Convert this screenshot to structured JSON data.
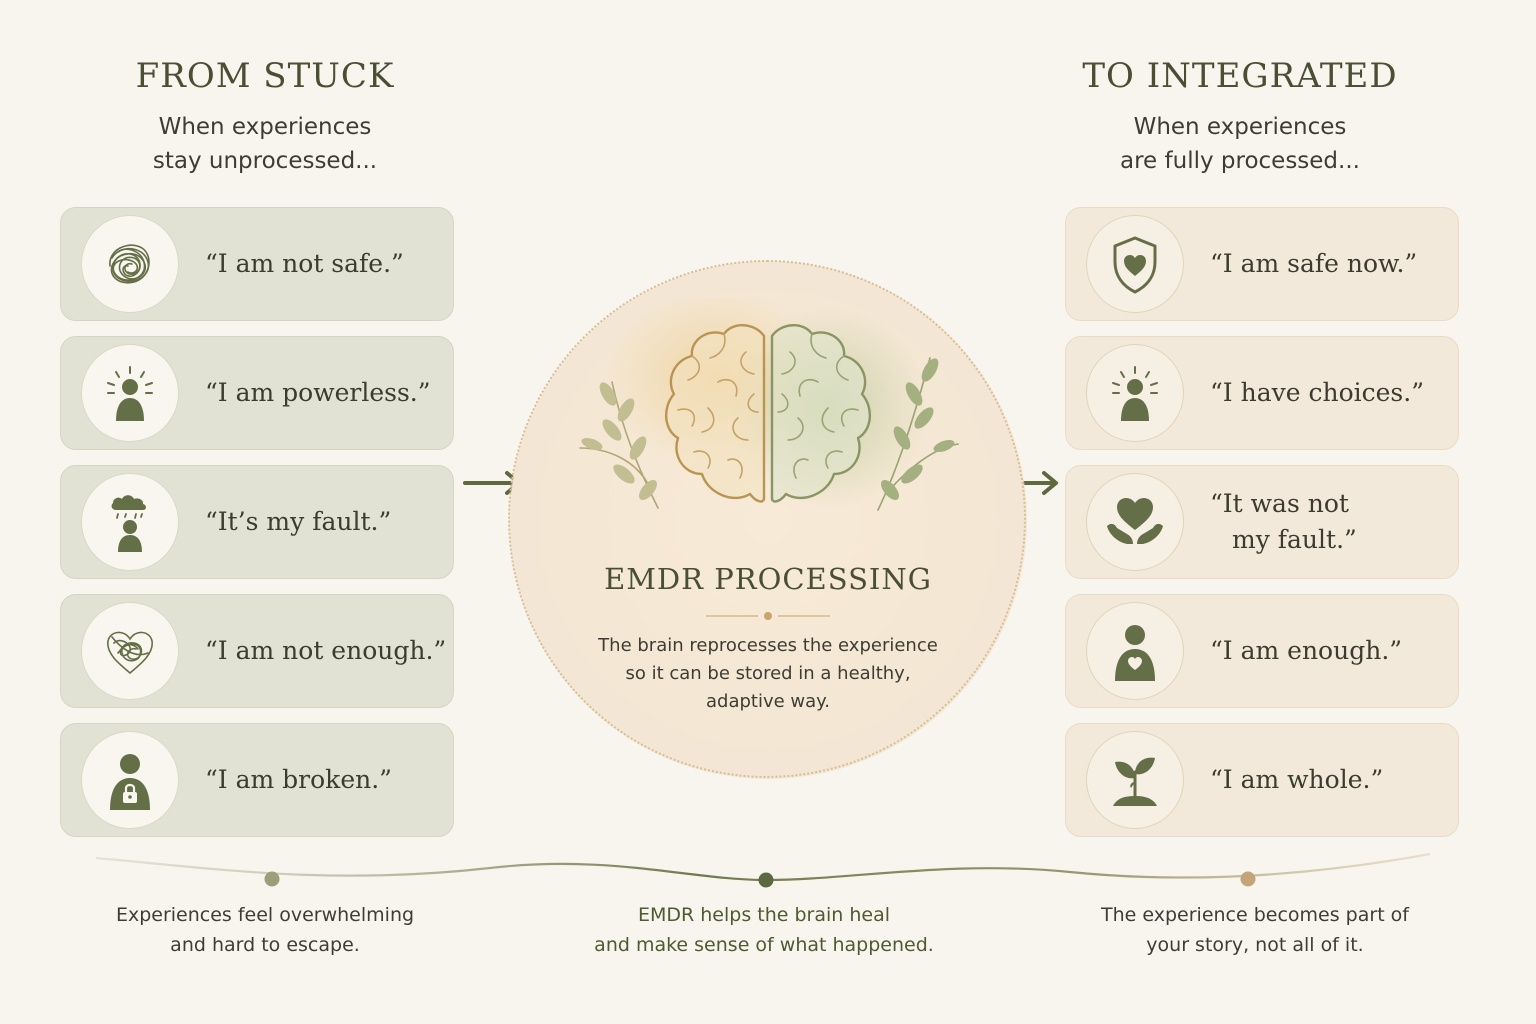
{
  "left": {
    "title": "FROM STUCK",
    "subtitle": [
      "When experiences",
      "stay unprocessed..."
    ],
    "items": [
      {
        "icon": "tangled-scribble-icon",
        "lines": [
          "“I am not safe.”"
        ]
      },
      {
        "icon": "person-radiating-icon",
        "lines": [
          "“I am powerless.”"
        ]
      },
      {
        "icon": "person-rain-cloud-icon",
        "lines": [
          "“It’s my fault.”"
        ]
      },
      {
        "icon": "tangled-heart-icon",
        "lines": [
          "“I am not enough.”"
        ]
      },
      {
        "icon": "person-padlock-icon",
        "lines": [
          "“I am broken.”"
        ]
      }
    ]
  },
  "center": {
    "title": "EMDR PROCESSING",
    "description": [
      "The brain reprocesses the experience",
      "so it can be stored in a healthy,",
      "adaptive way."
    ]
  },
  "right": {
    "title": "TO INTEGRATED",
    "subtitle": [
      "When experiences",
      "are fully processed..."
    ],
    "items": [
      {
        "icon": "shield-heart-icon",
        "lines": [
          "“I am safe now.”"
        ]
      },
      {
        "icon": "person-radiating-icon",
        "lines": [
          "“I have choices.”"
        ]
      },
      {
        "icon": "hands-heart-icon",
        "lines": [
          "“It was not",
          "my fault.”"
        ]
      },
      {
        "icon": "person-heart-icon",
        "lines": [
          "“I am enough.”"
        ]
      },
      {
        "icon": "sprout-icon",
        "lines": [
          "“I am whole.”"
        ]
      }
    ]
  },
  "timeline": {
    "captions": [
      [
        "Experiences feel overwhelming",
        "and hard to escape."
      ],
      [
        "EMDR helps the brain heal",
        "and make sense of what happened."
      ],
      [
        "The experience becomes part of",
        "your story, not all of it."
      ]
    ]
  },
  "colors": {
    "olive": "#656f47",
    "stuck_card": "#e1e2d3",
    "integrated_card": "#f3e9da",
    "gold": "#c9a56b",
    "background": "#f8f5ef"
  }
}
